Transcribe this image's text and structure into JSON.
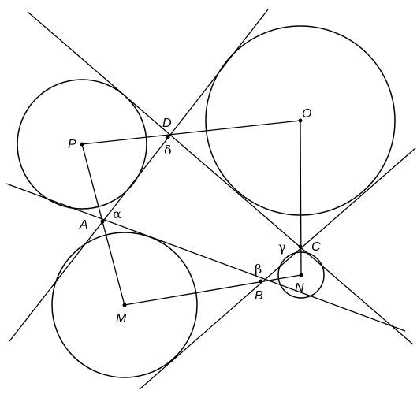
{
  "colors": {
    "stroke": "#000000",
    "background": "#ffffff"
  },
  "points": {
    "P": "P",
    "O": "O",
    "D": "D",
    "A": "A",
    "C": "C",
    "B": "B",
    "N": "N",
    "M": "M"
  },
  "angles": {
    "alpha": "α",
    "beta": "β",
    "gamma": "γ",
    "delta": "δ"
  }
}
